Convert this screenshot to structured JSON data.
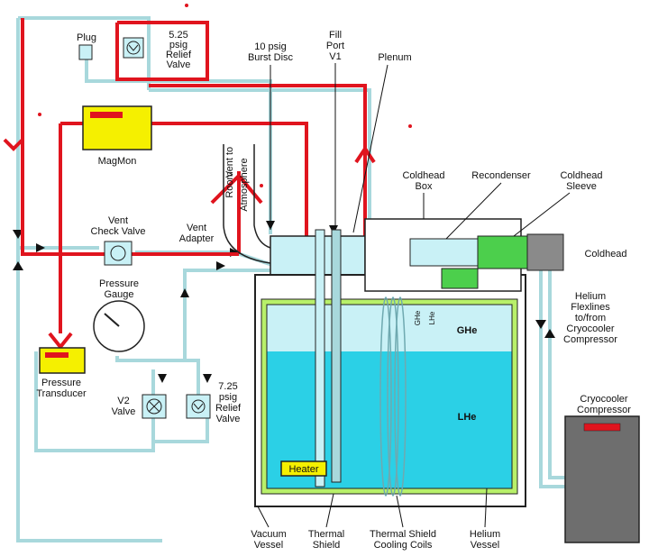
{
  "labels": {
    "plug": "Plug",
    "relief525": [
      "5.25",
      "psig",
      "Relief",
      "Valve"
    ],
    "burst": [
      "10 psig",
      "Burst Disc"
    ],
    "fill": [
      "Fill",
      "Port",
      "V1"
    ],
    "plenum": "Plenum",
    "magmon": "MagMon",
    "room": "Room",
    "vent_to": "Vent to",
    "atmosphere": "Atmosphere",
    "vent_check": [
      "Vent",
      "Check Valve"
    ],
    "vent_adapter": [
      "Vent",
      "Adapter"
    ],
    "coldhead_box": [
      "Coldhead",
      "Box"
    ],
    "recondenser": "Recondenser",
    "coldhead_sleeve": [
      "Coldhead",
      "Sleeve"
    ],
    "coldhead": "Coldhead",
    "pressure_gauge": [
      "Pressure",
      "Gauge"
    ],
    "ghe_small": "GHe",
    "lhe_small": "LHe",
    "ghe": "GHe",
    "lhe": "LHe",
    "helium_flex": [
      "Helium",
      "Flexlines",
      "to/from",
      "Cryocooler",
      "Compressor"
    ],
    "pressure_transducer": [
      "Pressure",
      "Transducer"
    ],
    "v2": [
      "V2",
      "Valve"
    ],
    "relief725": [
      "7.25",
      "psig",
      "Relief",
      "Valve"
    ],
    "cryocooler": [
      "Cryocooler",
      "Compressor"
    ],
    "heater": "Heater",
    "vacuum_vessel": [
      "Vacuum",
      "Vessel"
    ],
    "thermal_shield": [
      "Thermal",
      "Shield"
    ],
    "cooling_coils": [
      "Thermal Shield",
      "Cooling Coils"
    ],
    "helium_vessel": [
      "Helium",
      "Vessel"
    ]
  },
  "colors": {
    "pipe": "#a8d8dc",
    "pipe_dark": "#6fa9b0",
    "gas_fill": "#c9f1f6",
    "liquid_fill": "#2bd0e6",
    "shield": "#b8f06a",
    "magnet_yellow": "#f5f000",
    "red_annotation": "#e0141e",
    "indicator_red": "#e0141e",
    "compressor_gray": "#6e6e6e",
    "coldhead_gray": "#8a8a8a",
    "sleeve_green": "#4ccf4c"
  }
}
